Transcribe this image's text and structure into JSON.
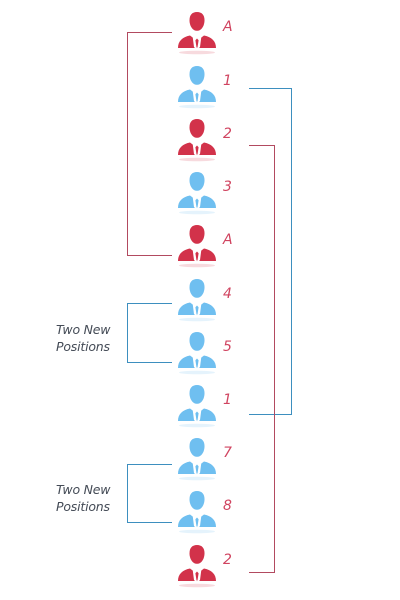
{
  "colors": {
    "red_person": "#d2324a",
    "blue_person": "#6fbff0",
    "label_text": "#d04460",
    "connector_red": "#b24a60",
    "connector_blue": "#3d8fbf",
    "note_text": "#444b56"
  },
  "positions": [
    {
      "label": "A",
      "color": "red"
    },
    {
      "label": "1",
      "color": "blue"
    },
    {
      "label": "2",
      "color": "red"
    },
    {
      "label": "3",
      "color": "blue"
    },
    {
      "label": "A",
      "color": "red"
    },
    {
      "label": "4",
      "color": "blue"
    },
    {
      "label": "5",
      "color": "blue"
    },
    {
      "label": "1",
      "color": "blue"
    },
    {
      "label": "7",
      "color": "blue"
    },
    {
      "label": "8",
      "color": "blue"
    },
    {
      "label": "2",
      "color": "red"
    }
  ],
  "notes": [
    {
      "line1": "Two New",
      "line2": "Positions"
    },
    {
      "line1": "Two New",
      "line2": "Positions"
    }
  ]
}
